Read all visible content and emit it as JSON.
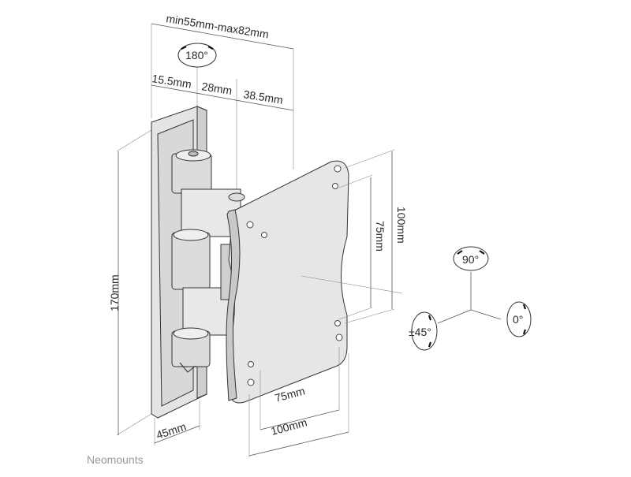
{
  "dimensions": {
    "depth_range": "min55mm-max82mm",
    "swivel_angle": "180°",
    "depth_a": "15.5mm",
    "depth_b": "28mm",
    "depth_c": "38.5mm",
    "plate_height": "170mm",
    "plate_width": "45mm",
    "vesa_height_outer": "100mm",
    "vesa_height_inner": "75mm",
    "vesa_width_inner": "75mm",
    "vesa_width_outer": "100mm"
  },
  "rotation": {
    "tilt": "90°",
    "rotate": "0°",
    "swivel": "±45°"
  },
  "brand": "Neomounts",
  "colors": {
    "metal_light": "#e4e4e4",
    "metal_mid": "#cfcfcf",
    "metal_dark": "#9e9e9e",
    "line": "#555555",
    "brand_gray": "#9a9a9a"
  }
}
